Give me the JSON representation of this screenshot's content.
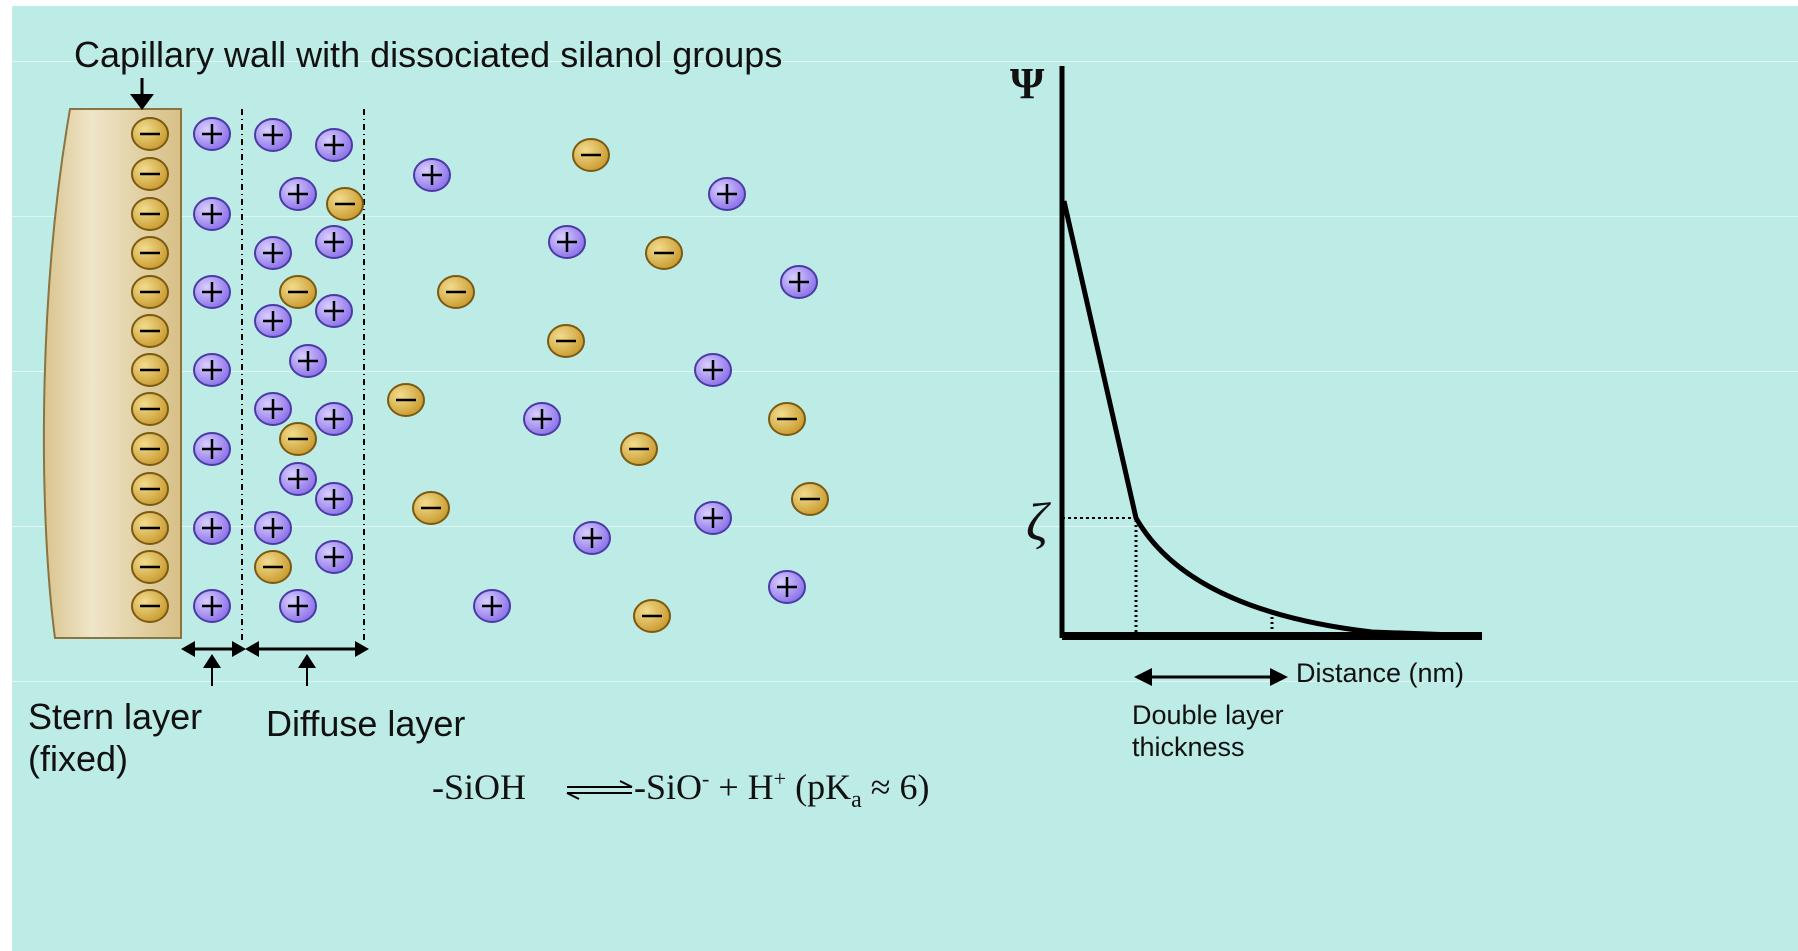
{
  "labels": {
    "capillary_wall": "Capillary wall with dissociated silanol groups",
    "stern_layer": "Stern layer",
    "stern_fixed": "(fixed)",
    "diffuse_layer": "Diffuse layer",
    "equation": "-SiOH ⇌ -SiO⁻ + H⁺ (pKₐ ≈ 6)",
    "psi": "Ψ",
    "zeta": "ζ",
    "distance_axis": "Distance (nm)",
    "double_layer_1": "Double layer",
    "double_layer_2": "thickness"
  },
  "ion_symbols": {
    "positive": "+",
    "negative": "−"
  },
  "colors": {
    "background": "#bdece6",
    "wall_fill": "#e0cfa3",
    "wall_edge": "#c8b07a",
    "cation_fill": "#a28cf0",
    "cation_edge": "#4a3aa5",
    "anion_fill": "#d8b04a",
    "anion_edge": "#7a5a12",
    "line": "#000000"
  },
  "icons": [
    "down-arrow-icon",
    "up-arrow-icon",
    "double-arrow-icon",
    "cation-icon",
    "anion-icon"
  ]
}
